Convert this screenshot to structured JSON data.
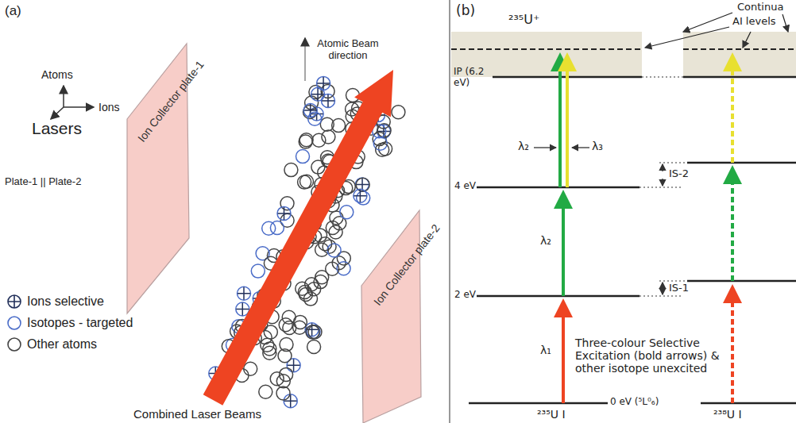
{
  "diagram": {
    "nodes": [
      {
        "text": [
          "Ion Collector plate-1"
        ]
      },
      {
        "text": [
          "Ion Collector plate-2"
        ]
      }
    ],
    "labels": [
      "(a)",
      "Atoms",
      "Ions",
      "Lasers",
      "Plate-1 || Plate-2",
      "Atomic Beam direction",
      "Combined Laser Beams",
      "(b)",
      "²³⁵U⁺",
      "Continua",
      "AI levels",
      "IP (6.2 eV)",
      "λ₂",
      "λ₃",
      "4 eV",
      "IS-2",
      "λ₂",
      "2 eV",
      "IS-1",
      "λ₁",
      "Three-colour Selective Excitation (bold arrows) & other isotope unexcited",
      "0 eV (⁵L⁰₆)",
      "²³⁵U I",
      "²³⁸U I"
    ],
    "legend": [
      {
        "text": "Ions selective"
      },
      {
        "text": "Isotopes - targeted"
      },
      {
        "text": "Other atoms"
      }
    ]
  }
}
